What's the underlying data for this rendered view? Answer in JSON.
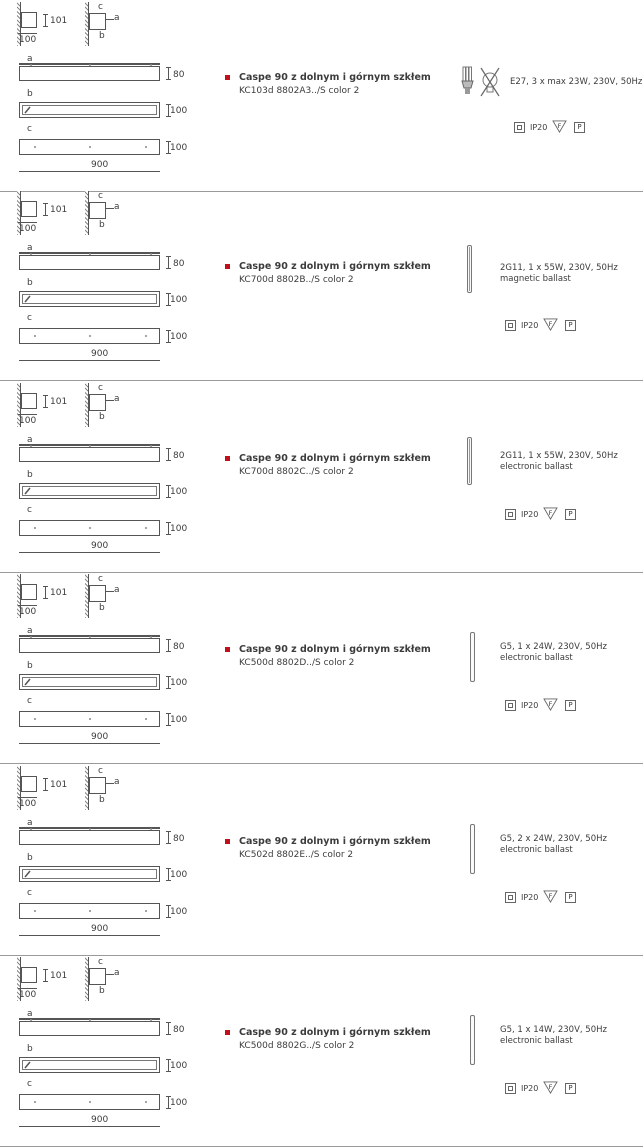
{
  "labels": {
    "a": "a",
    "b": "b",
    "c": "c",
    "dim_101": "101",
    "dim_100": "100",
    "dim_80": "80",
    "dim_900": "900"
  },
  "products": [
    {
      "title": "Caspe 90 z dolnym i górnym szkłem",
      "code": "KC103d 8802A3../S color 2",
      "spec_line1": "E27, 3 x max 23W, 230V, 50Hz",
      "spec_line2": "",
      "lamp_icon": "compact-fluorescent-lamp-icon",
      "badges": {
        "ip": "IP20",
        "f": "F",
        "p": "P"
      }
    },
    {
      "title": "Caspe 90 z dolnym i górnym szkłem",
      "code": "KC700d 8802B../S color 2",
      "spec_line1": "2G11, 1 x 55W, 230V, 50Hz",
      "spec_line2": "magnetic ballast",
      "lamp_icon": "2g11-tube-icon",
      "badges": {
        "ip": "IP20",
        "f": "F",
        "p": "P"
      }
    },
    {
      "title": "Caspe 90 z dolnym i górnym szkłem",
      "code": "KC700d 8802C../S color 2",
      "spec_line1": "2G11, 1 x 55W, 230V, 50Hz",
      "spec_line2": "electronic ballast",
      "lamp_icon": "2g11-tube-icon",
      "badges": {
        "ip": "IP20",
        "f": "F",
        "p": "P"
      }
    },
    {
      "title": "Caspe 90 z dolnym i górnym szkłem",
      "code": "KC500d 8802D../S color 2",
      "spec_line1": "G5, 1 x 24W, 230V, 50Hz",
      "spec_line2": "electronic ballast",
      "lamp_icon": "g5-tube-icon",
      "badges": {
        "ip": "IP20",
        "f": "F",
        "p": "P"
      }
    },
    {
      "title": "Caspe 90 z dolnym i górnym szkłem",
      "code": "KC502d 8802E../S color 2",
      "spec_line1": "G5, 2 x 24W, 230V, 50Hz",
      "spec_line2": "electronic ballast",
      "lamp_icon": "g5-tube-icon",
      "badges": {
        "ip": "IP20",
        "f": "F",
        "p": "P"
      }
    },
    {
      "title": "Caspe 90 z dolnym i górnym szkłem",
      "code": "KC500d 8802G../S color 2",
      "spec_line1": "G5, 1 x 14W, 230V, 50Hz",
      "spec_line2": "electronic ballast",
      "lamp_icon": "g5-tube-icon",
      "badges": {
        "ip": "IP20",
        "f": "F",
        "p": "P"
      }
    }
  ],
  "colors": {
    "bullet": "#c0111a",
    "line": "#555555",
    "text": "#3c3c3c",
    "divider": "#9a9a9a"
  }
}
